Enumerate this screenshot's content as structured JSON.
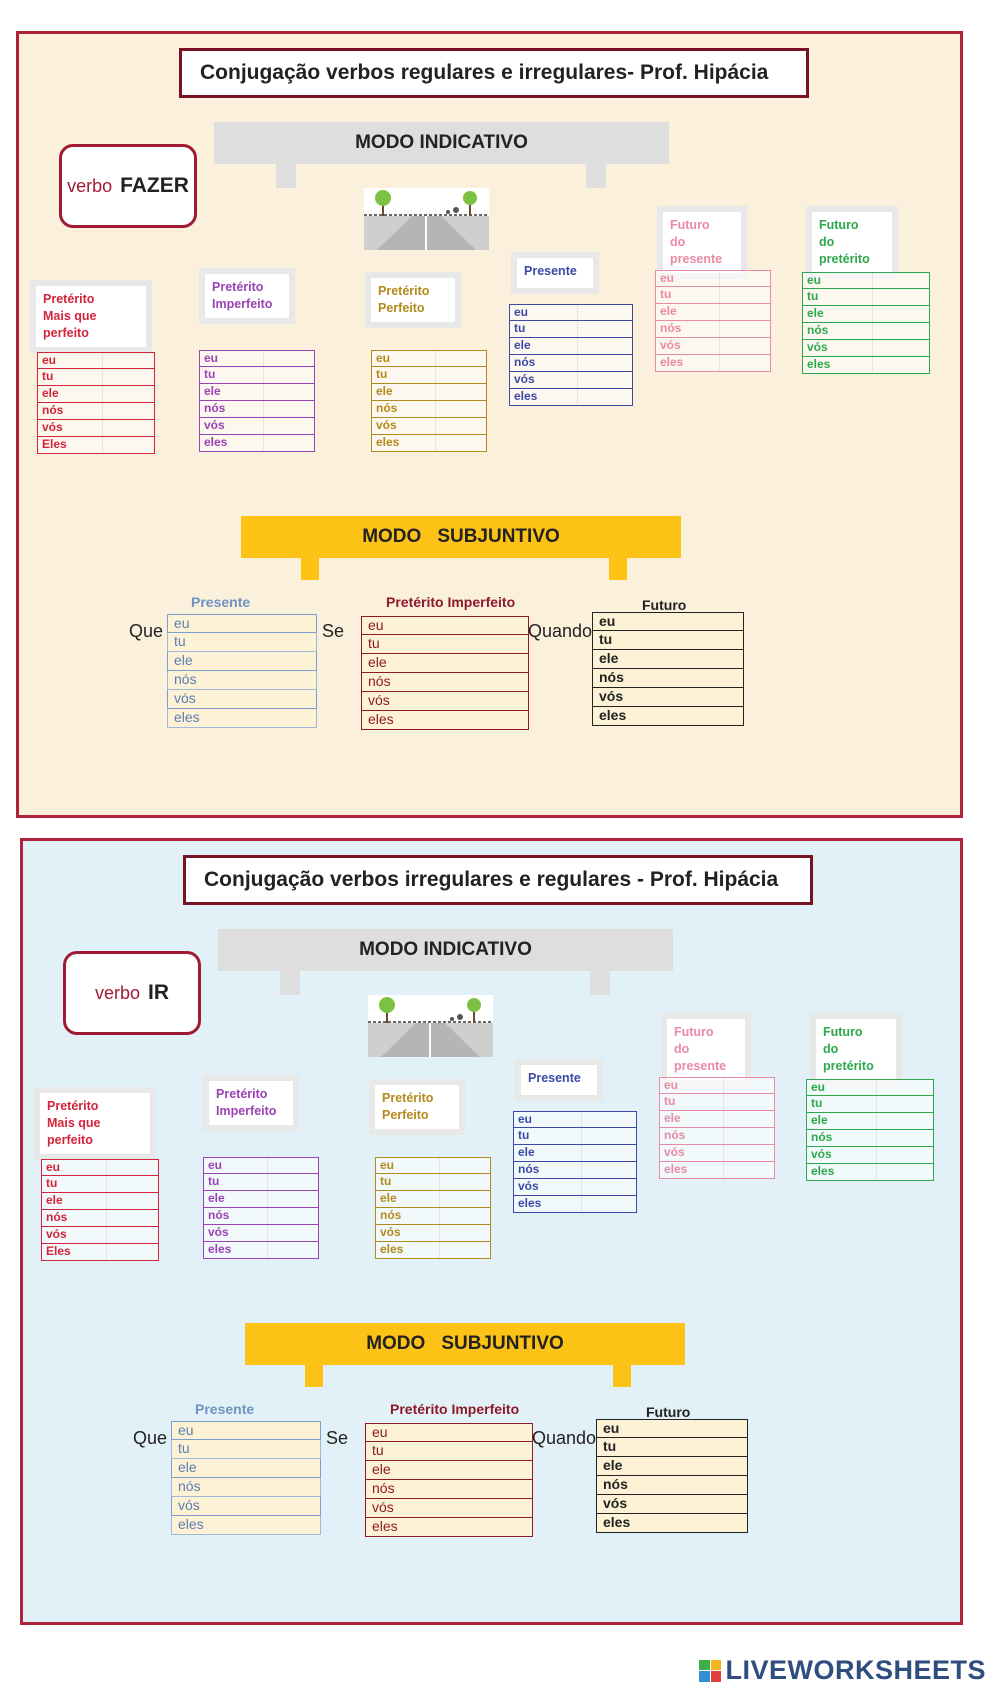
{
  "colors": {
    "panel1_bg": "#fbf0db",
    "panel2_bg": "#e2f1f7",
    "panel_border": "#b0213a",
    "indicativo_banner": "#dedede",
    "subjuntivo_banner": "#fcc316",
    "pmqp": "#d3243a",
    "imperfeito": "#9b43b5",
    "perfeito": "#b38a1c",
    "presente": "#3b4aa6",
    "futuro_presente": "#ea8aa4",
    "futuro_preterito": "#2ea84c",
    "sub_presente": "#4b86c2",
    "sub_imperfeito": "#8c1a2a",
    "sub_futuro": "#222222"
  },
  "panels": [
    {
      "title": "Conjugação verbos regulares e irregulares- Prof. Hipácia",
      "verb_label": "verbo",
      "verb": "FAZER",
      "indicativo": "MODO INDICATIVO",
      "subjuntivo_modo": "MODO",
      "subjuntivo_name": "SUBJUNTIVO",
      "tenses": {
        "pmqp": {
          "label1": "Pretérito",
          "label2": "Mais que perfeito",
          "rows": [
            "eu",
            "tu",
            "ele",
            "nós",
            "vós",
            "Eles"
          ]
        },
        "imperfeito": {
          "label1": "Pretérito",
          "label2": "Imperfeito",
          "rows": [
            "eu",
            "tu",
            "ele",
            "nós",
            "vós",
            "eles"
          ]
        },
        "perfeito": {
          "label1": "Pretérito",
          "label2": "Perfeito",
          "rows": [
            "eu",
            "tu",
            "ele",
            "nós",
            "vós",
            "eles"
          ]
        },
        "presente": {
          "label1": "Presente",
          "rows": [
            "eu",
            "tu",
            "ele",
            "nós",
            "vós",
            "eles"
          ]
        },
        "futuro_presente": {
          "label1": "Futuro",
          "label2": "do presente",
          "rows": [
            "eu",
            "tu",
            "ele",
            "nós",
            "vós",
            "eles"
          ]
        },
        "futuro_preterito": {
          "label1": "Futuro",
          "label2": "do pretérito",
          "rows": [
            "eu",
            "tu",
            "ele",
            "nós",
            "vós",
            "eles"
          ]
        }
      },
      "sub": {
        "presente": {
          "head": "Presente",
          "conj": "Que",
          "rows": [
            "eu",
            "tu",
            "ele",
            "nós",
            "vós",
            "eles"
          ]
        },
        "imperfeito": {
          "head": "Pretérito Imperfeito",
          "conj": "Se",
          "rows": [
            "eu",
            "tu",
            "ele",
            "nós",
            "vós",
            "eles"
          ]
        },
        "futuro": {
          "head": "Futuro",
          "conj": "Quando",
          "rows": [
            "eu",
            "tu",
            "ele",
            "nós",
            "vós",
            "eles"
          ]
        }
      }
    },
    {
      "title": "Conjugação verbos irregulares e regulares - Prof. Hipácia",
      "verb_label": "verbo",
      "verb": "IR",
      "indicativo": "MODO INDICATIVO",
      "subjuntivo_modo": "MODO",
      "subjuntivo_name": "SUBJUNTIVO",
      "tenses": {
        "pmqp": {
          "label1": "Pretérito",
          "label2": "Mais que perfeito",
          "rows": [
            "eu",
            "tu",
            "ele",
            "nós",
            "vós",
            "Eles"
          ]
        },
        "imperfeito": {
          "label1": "Pretérito",
          "label2": "Imperfeito",
          "rows": [
            "eu",
            "tu",
            "ele",
            "nós",
            "vós",
            "eles"
          ]
        },
        "perfeito": {
          "label1": "Pretérito",
          "label2": "Perfeito",
          "rows": [
            "eu",
            "tu",
            "ele",
            "nós",
            "vós",
            "eles"
          ]
        },
        "presente": {
          "label1": "Presente",
          "rows": [
            "eu",
            "tu",
            "ele",
            "nós",
            "vós",
            "eles"
          ]
        },
        "futuro_presente": {
          "label1": "Futuro",
          "label2": "do presente",
          "rows": [
            "eu",
            "tu",
            "ele",
            "nós",
            "vós",
            "eles"
          ]
        },
        "futuro_preterito": {
          "label1": "Futuro",
          "label2": "do pretérito",
          "rows": [
            "eu",
            "tu",
            "ele",
            "nós",
            "vós",
            "eles"
          ]
        }
      },
      "sub": {
        "presente": {
          "head": "Presente",
          "conj": "Que",
          "rows": [
            "eu",
            "tu",
            "ele",
            "nós",
            "vós",
            "eles"
          ]
        },
        "imperfeito": {
          "head": "Pretérito Imperfeito",
          "conj": "Se",
          "rows": [
            "eu",
            "tu",
            "ele",
            "nós",
            "vós",
            "eles"
          ]
        },
        "futuro": {
          "head": "Futuro",
          "conj": "Quando",
          "rows": [
            "eu",
            "tu",
            "ele",
            "nós",
            "vós",
            "eles"
          ]
        }
      }
    }
  ],
  "footer": {
    "logo_text": "LIVEWORKSHEETS"
  }
}
